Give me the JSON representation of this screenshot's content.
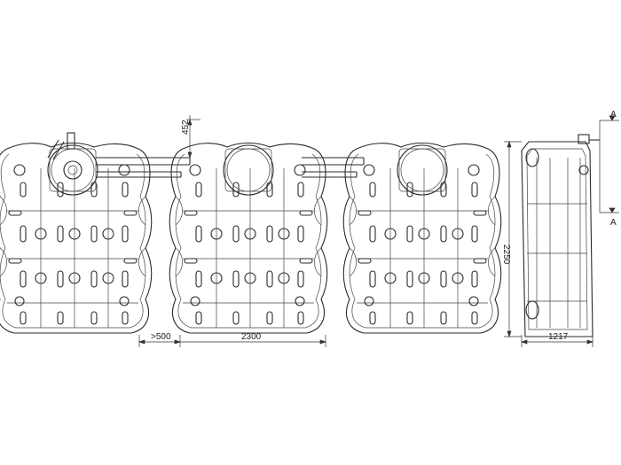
{
  "dimensions": {
    "tank_spacing": ">500",
    "tank_width": "2300",
    "tank_height": "2250",
    "tank_depth": "1217",
    "inlet_height": "452"
  },
  "section_marks": {
    "top": "A",
    "bottom": "A"
  },
  "colors": {
    "line": "#2a2a2a",
    "background": "#ffffff"
  }
}
